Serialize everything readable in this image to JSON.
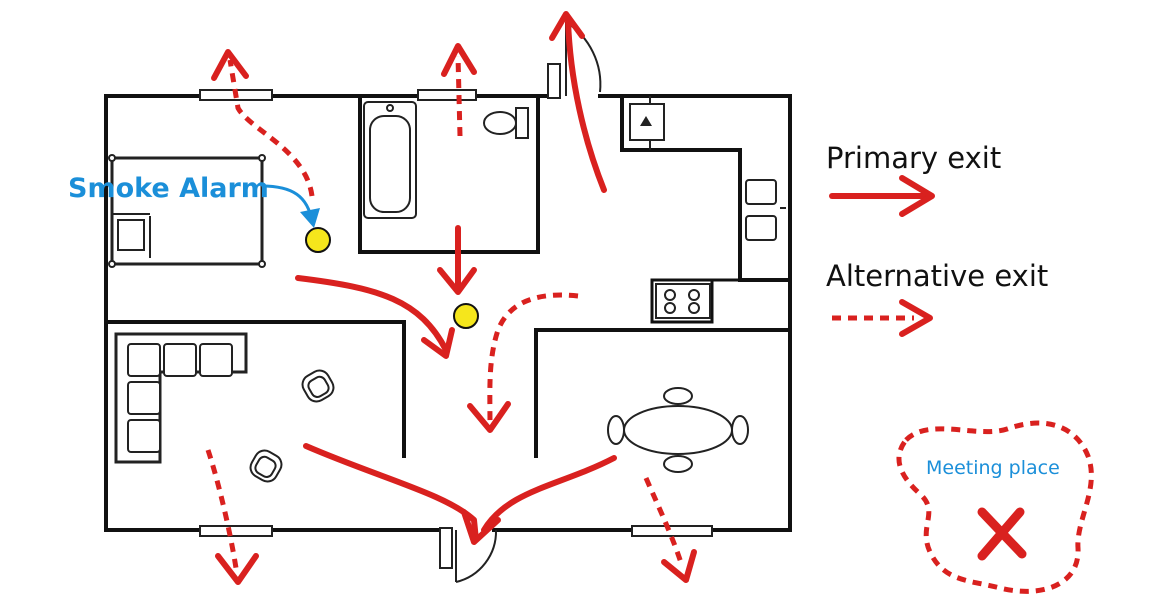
{
  "labels": {
    "smoke_alarm": "Smoke Alarm",
    "primary_exit": "Primary exit",
    "alternative_exit": "Alternative exit",
    "meeting_place": "Meeting place"
  },
  "colors": {
    "exit_arrow": "#d9211f",
    "callout": "#1b8fd9",
    "alarm": "#f5e61c",
    "walls": "#111111"
  },
  "icons": {
    "meeting_marker": "x-mark",
    "alarm": "smoke-alarm-dot"
  }
}
